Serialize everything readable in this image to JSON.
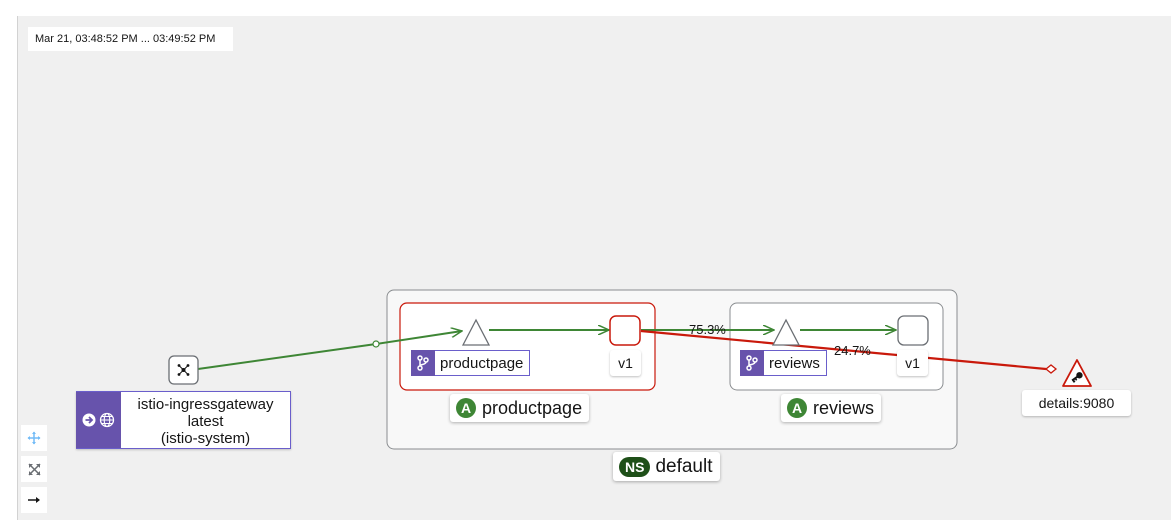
{
  "time_range": "Mar 21, 03:48:52 PM ... 03:49:52 PM",
  "gateway": {
    "name": "istio-ingressgateway",
    "version": "latest",
    "namespace": "(istio-system)",
    "arrow_icon": "arrow-circle-right-icon",
    "globe_icon": "globe-icon",
    "node_icon": "network-hub-icon"
  },
  "namespace_box": {
    "badge": "NS",
    "label": "default"
  },
  "apps": [
    {
      "badge": "A",
      "name": "productpage",
      "service": "productpage",
      "version": "v1",
      "status": "error"
    },
    {
      "badge": "A",
      "name": "reviews",
      "service": "reviews",
      "version": "v1",
      "status": "ok"
    }
  ],
  "external": {
    "label": "details:9080",
    "icon": "key-icon",
    "status": "error"
  },
  "edges": {
    "to_reviews_pct": "75.3%",
    "to_details_pct": "24.7%"
  },
  "controls": [
    "move-icon",
    "expand-icon",
    "arrow-right-icon"
  ],
  "colors": {
    "healthy_edge": "#3e8635",
    "error_edge": "#c9190b",
    "service_accent": "#6753ac",
    "namespace_badge": "#1e4f18"
  }
}
